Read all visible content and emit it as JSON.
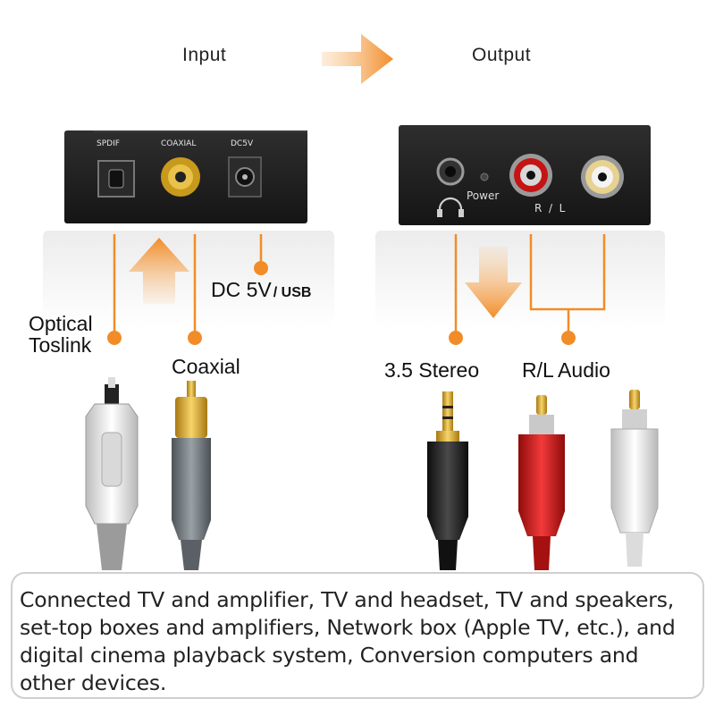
{
  "headings": {
    "input": "Input",
    "output": "Output"
  },
  "input_device": {
    "ports": [
      "SPDIF",
      "COAXIAL",
      "DC5V"
    ]
  },
  "output_device": {
    "power_label": "Power",
    "rl_label": "R  /  L"
  },
  "callouts": {
    "dc": "DC 5V",
    "usb": "/ USB",
    "optical_line1": "Optical",
    "optical_line2": "Toslink",
    "coaxial": "Coaxial",
    "stereo": "3.5 Stereo",
    "rl_audio": "R/L Audio"
  },
  "caption": "Connected TV and amplifier, TV and headset, TV and speakers, set-top boxes and amplifiers, Network box (Apple TV, etc.), and digital cinema playback system, Conversion computers and other devices.",
  "colors": {
    "accent": "#f28c28",
    "device": "#1e1e1e",
    "red_plug": "#d01818",
    "gold": "#d4a017"
  }
}
